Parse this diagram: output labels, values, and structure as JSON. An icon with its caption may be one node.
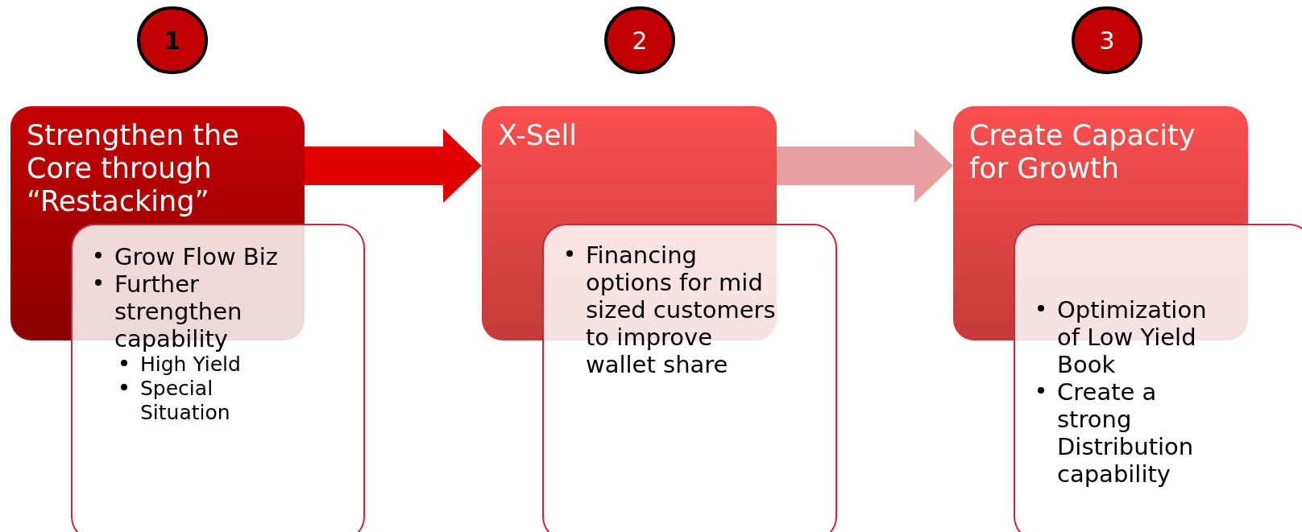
{
  "diagram": {
    "nodes": [
      {
        "text": [
          "1"
        ]
      },
      {
        "text": [
          "2"
        ]
      },
      {
        "text": [
          "3"
        ]
      },
      {
        "text": [
          "Strengthen the Core through “Restacking”"
        ]
      },
      {
        "text": [
          "Grow Flow Biz",
          "Further strengthen capability",
          "High Yield",
          "Special Situation"
        ]
      },
      {
        "text": [
          "X-Sell"
        ]
      },
      {
        "text": [
          "Financing options for mid sized customers to improve wallet share"
        ]
      },
      {
        "text": [
          "Create Capacity for Growth"
        ]
      },
      {
        "text": [
          "Optimization of Low Yield Book",
          "Create a strong Distribution capability"
        ]
      }
    ],
    "edges": [
      {
        "from": 3,
        "to": 5,
        "arrow": "to"
      },
      {
        "from": 5,
        "to": 7,
        "arrow": "to",
        "color": "#e6a0a0"
      }
    ]
  }
}
